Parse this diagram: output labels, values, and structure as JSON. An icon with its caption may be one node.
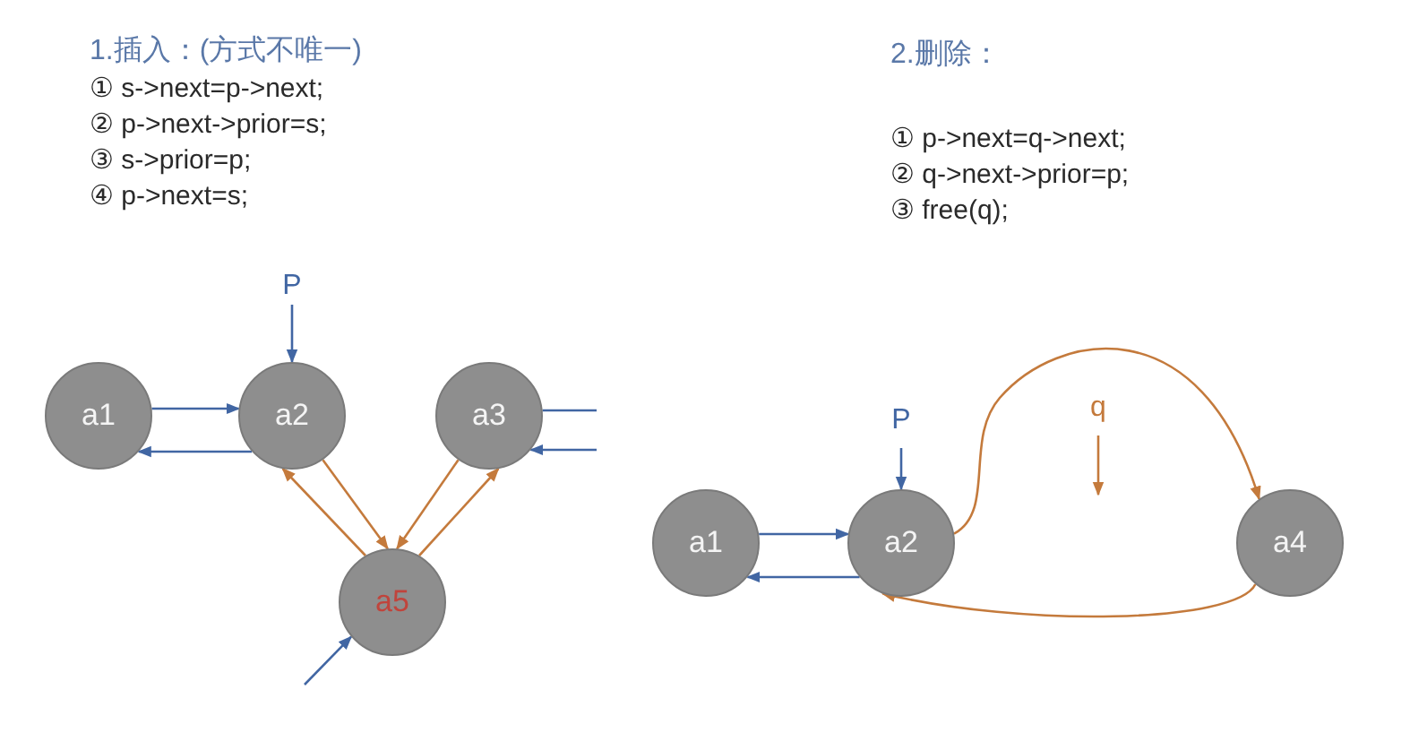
{
  "diagram": {
    "nodes": [
      {
        "text": [
          "P"
        ]
      },
      {
        "text": [
          "a1"
        ]
      },
      {
        "text": [
          "a2"
        ]
      },
      {
        "text": [
          "a3"
        ]
      },
      {
        "text": [
          "a5"
        ]
      },
      {
        "text": [
          "P"
        ]
      },
      {
        "text": [
          "q"
        ]
      },
      {
        "text": [
          "a1"
        ]
      },
      {
        "text": [
          "a2"
        ]
      },
      {
        "text": [
          "a4"
        ]
      }
    ],
    "edges": [
      {
        "from": 0,
        "to": 2,
        "arrow": "to"
      },
      {
        "from": 1,
        "to": 2,
        "arrow": "to"
      },
      {
        "from": 2,
        "to": 1,
        "arrow": "to"
      },
      {
        "from": 3,
        "to": null,
        "arrow": "none"
      },
      {
        "from": null,
        "to": 3,
        "arrow": "to"
      },
      {
        "from": 2,
        "to": 4,
        "arrow": "to",
        "color": "#c47a3c"
      },
      {
        "from": 4,
        "to": 2,
        "arrow": "to",
        "color": "#c47a3c"
      },
      {
        "from": 3,
        "to": 4,
        "arrow": "to",
        "color": "#c47a3c"
      },
      {
        "from": 4,
        "to": 3,
        "arrow": "to",
        "color": "#c47a3c"
      },
      {
        "from": null,
        "to": 4,
        "arrow": "to"
      },
      {
        "from": 5,
        "to": 8,
        "arrow": "to"
      },
      {
        "from": 7,
        "to": 8,
        "arrow": "to"
      },
      {
        "from": 8,
        "to": 7,
        "arrow": "to"
      },
      {
        "from": 8,
        "to": 9,
        "arrow": "to",
        "color": "#c47a3c"
      },
      {
        "from": 9,
        "to": 8,
        "arrow": "to",
        "color": "#c47a3c"
      },
      {
        "from": 6,
        "to": null,
        "arrow": "to",
        "color": "#c47a3c"
      }
    ],
    "labels": [
      "1.插入：(方式不唯一)",
      "① s->next=p->next;",
      "② p->next->prior=s;",
      "③ s->prior=p;",
      "④ p->next=s;",
      "2.删除：",
      "① p->next=q->next;",
      "② q->next->prior=p;",
      "③ free(q);"
    ]
  }
}
